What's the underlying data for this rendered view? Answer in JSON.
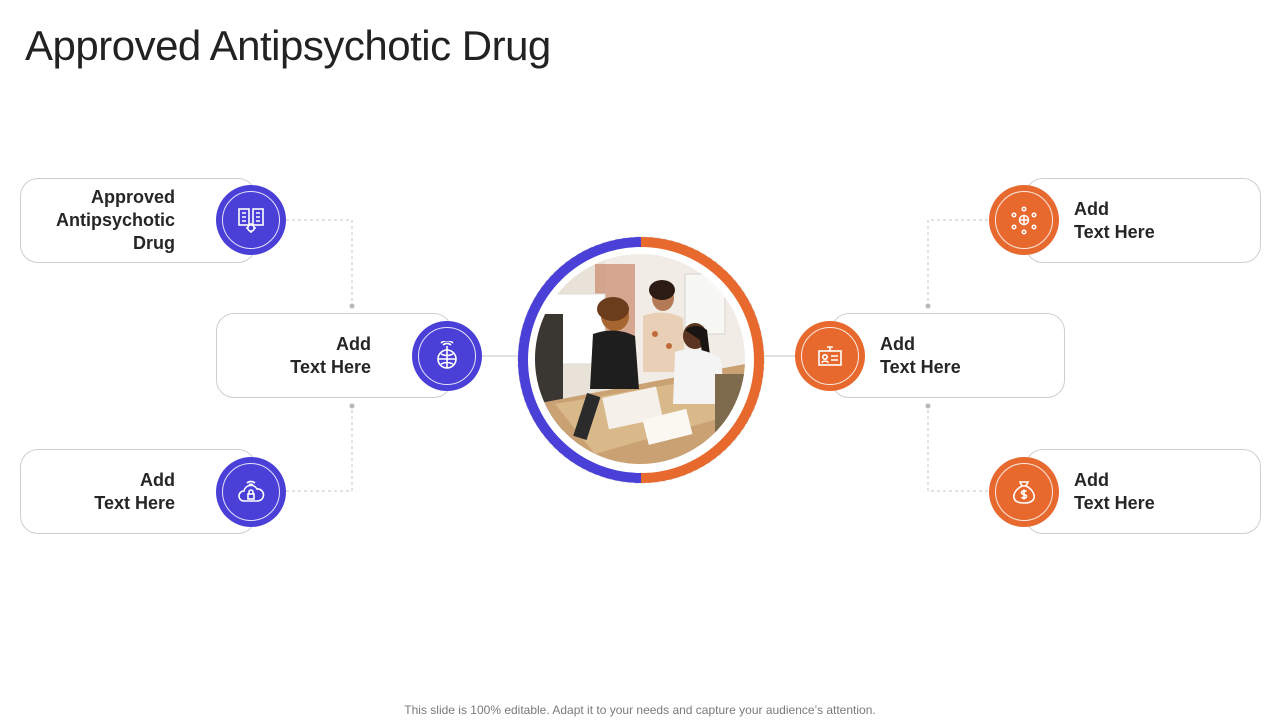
{
  "slide": {
    "title": "Approved Antipsychotic Drug",
    "footer": "This slide is 100% editable. Adapt it to your needs and capture your audience’s attention."
  },
  "colors": {
    "left_accent": "#4a40d8",
    "right_accent": "#e8692e",
    "border": "#cfcfcf"
  },
  "nodes": [
    {
      "id": "left-top",
      "side": "left",
      "line1": "Approved",
      "line2": "Antipsychotic Drug",
      "icon": "office-buildings-gear-icon"
    },
    {
      "id": "left-middle",
      "side": "left",
      "line1": "Add",
      "line2": "Text Here",
      "icon": "globe-antenna-icon"
    },
    {
      "id": "left-bottom",
      "side": "left",
      "line1": "Add",
      "line2": "Text Here",
      "icon": "cloud-security-icon"
    },
    {
      "id": "right-top",
      "side": "right",
      "line1": "Add",
      "line2": "Text Here",
      "icon": "global-network-people-icon"
    },
    {
      "id": "right-middle",
      "side": "right",
      "line1": "Add",
      "line2": "Text Here",
      "icon": "id-card-presentation-icon"
    },
    {
      "id": "right-bottom",
      "side": "right",
      "line1": "Add",
      "line2": "Text Here",
      "icon": "money-bag-dollar-icon"
    }
  ],
  "center_image": {
    "subject": "team-meeting-photo"
  }
}
